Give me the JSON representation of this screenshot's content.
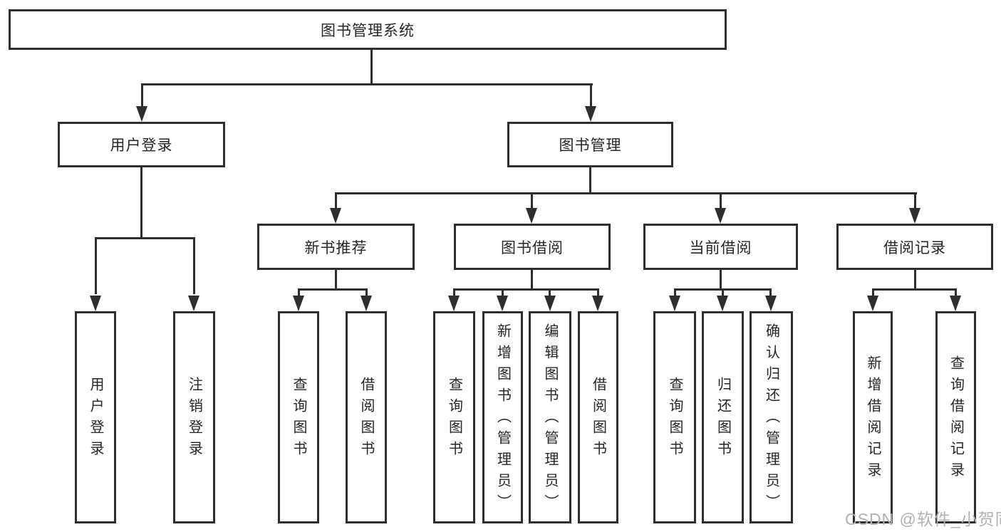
{
  "diagram": {
    "title_node": "图书管理系统",
    "root": {
      "label": "图书管理系统"
    },
    "level2": [
      {
        "label": "用户登录"
      },
      {
        "label": "图书管理"
      }
    ],
    "level3": [
      {
        "label": "新书推荐"
      },
      {
        "label": "图书借阅"
      },
      {
        "label": "当前借阅"
      },
      {
        "label": "借阅记录"
      }
    ],
    "leaves": {
      "user_login": [
        "用户登录",
        "注销登录"
      ],
      "new_book_recommend": [
        "查询图书",
        "借阅图书"
      ],
      "book_borrowing": [
        "查询图书",
        "新增图书（管理员）",
        "编辑图书（管理员）",
        "借阅图书"
      ],
      "current_borrowing": [
        "查询图书",
        "归还图书",
        "确认归还（管理员）"
      ],
      "borrowing_records": [
        "新增借阅记录",
        "查询借阅记录"
      ]
    }
  },
  "watermark": {
    "text": "CSDN @软件_小贺同学"
  },
  "colors": {
    "line": "#2e2e2e",
    "text": "#262626",
    "watermark": "#b5b0b5",
    "background": "#ffffff"
  }
}
